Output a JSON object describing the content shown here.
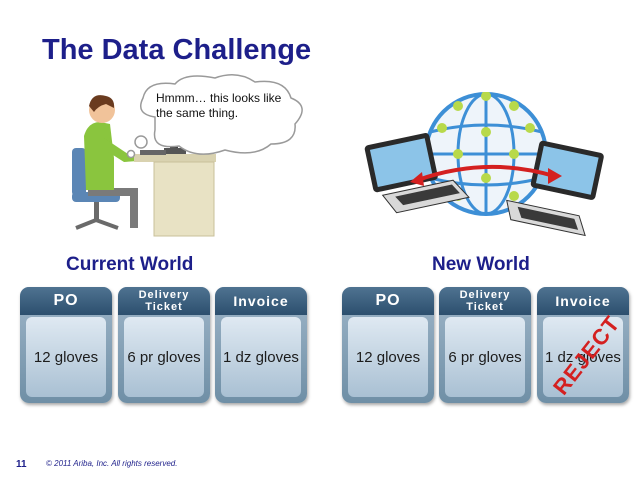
{
  "slide": {
    "title": "The Data Challenge",
    "thought_bubble": "Hmmm… this looks like the same thing.",
    "reject_stamp": "REJECT",
    "footer": {
      "page_number": "11",
      "copyright": "© 2011 Ariba, Inc. All rights reserved."
    }
  },
  "current_world": {
    "label": "Current World",
    "cards": [
      {
        "header": "PO",
        "value": "12 gloves"
      },
      {
        "header": "Delivery Ticket",
        "value": "6 pr gloves"
      },
      {
        "header": "Invoice",
        "value": "1 dz gloves"
      }
    ]
  },
  "new_world": {
    "label": "New World",
    "cards": [
      {
        "header": "PO",
        "value": "12 gloves"
      },
      {
        "header": "Delivery Ticket",
        "value": "6 pr gloves"
      },
      {
        "header": "Invoice",
        "value": "1 dz gloves"
      }
    ]
  },
  "colors": {
    "title": "#1d1f8a",
    "card_header": "#3b5f7e",
    "reject": "#d42020",
    "arrow": "#d42020"
  }
}
